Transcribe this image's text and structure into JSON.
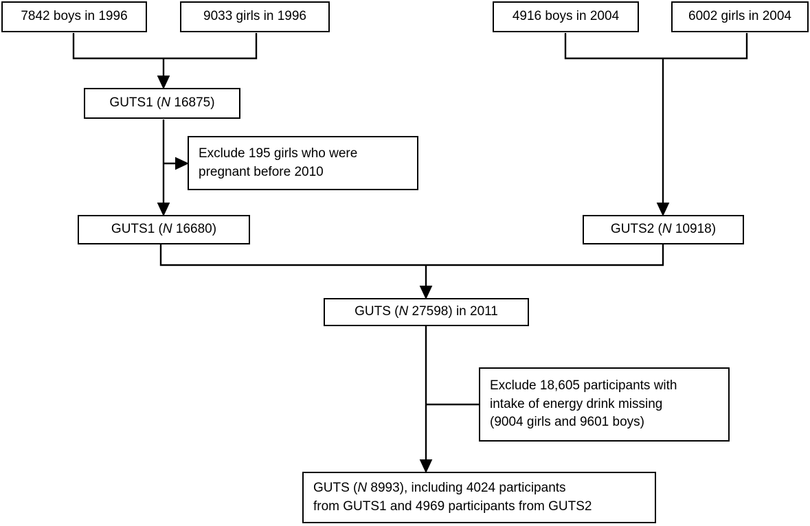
{
  "diagram": {
    "title": "GUTS participant flow diagram",
    "type": "flowchart",
    "line_color": "#000000",
    "box_fill": "#ffffff",
    "text_color": "#000000",
    "nodes": [
      {
        "id": "boys1996",
        "text": "7842 boys in 1996"
      },
      {
        "id": "girls1996",
        "text": "9033 girls in 1996"
      },
      {
        "id": "boys2004",
        "text": "4916 boys in 2004"
      },
      {
        "id": "girls2004",
        "text": "6002 girls in 2004"
      },
      {
        "id": "guts1a",
        "text": "GUTS1 (N 16875)",
        "italic_part": "N"
      },
      {
        "id": "exclude1",
        "text": "Exclude 195 girls who were\npregnant before 2010"
      },
      {
        "id": "guts1b",
        "text": "GUTS1 (N 16680)",
        "italic_part": "N"
      },
      {
        "id": "guts2",
        "text": "GUTS2 (N 10918)",
        "italic_part": "N"
      },
      {
        "id": "gutsmerge",
        "text": "GUTS (N 27598) in 2011",
        "italic_part": "N"
      },
      {
        "id": "exclude2",
        "text": "Exclude 18,605 participants with\nintake of energy drink missing\n(9004 girls and 9601 boys)"
      },
      {
        "id": "final",
        "text": "GUTS (N 8993), including 4024 participants\nfrom GUTS1 and 4969 participants from GUTS2",
        "italic_part": "N"
      }
    ]
  }
}
